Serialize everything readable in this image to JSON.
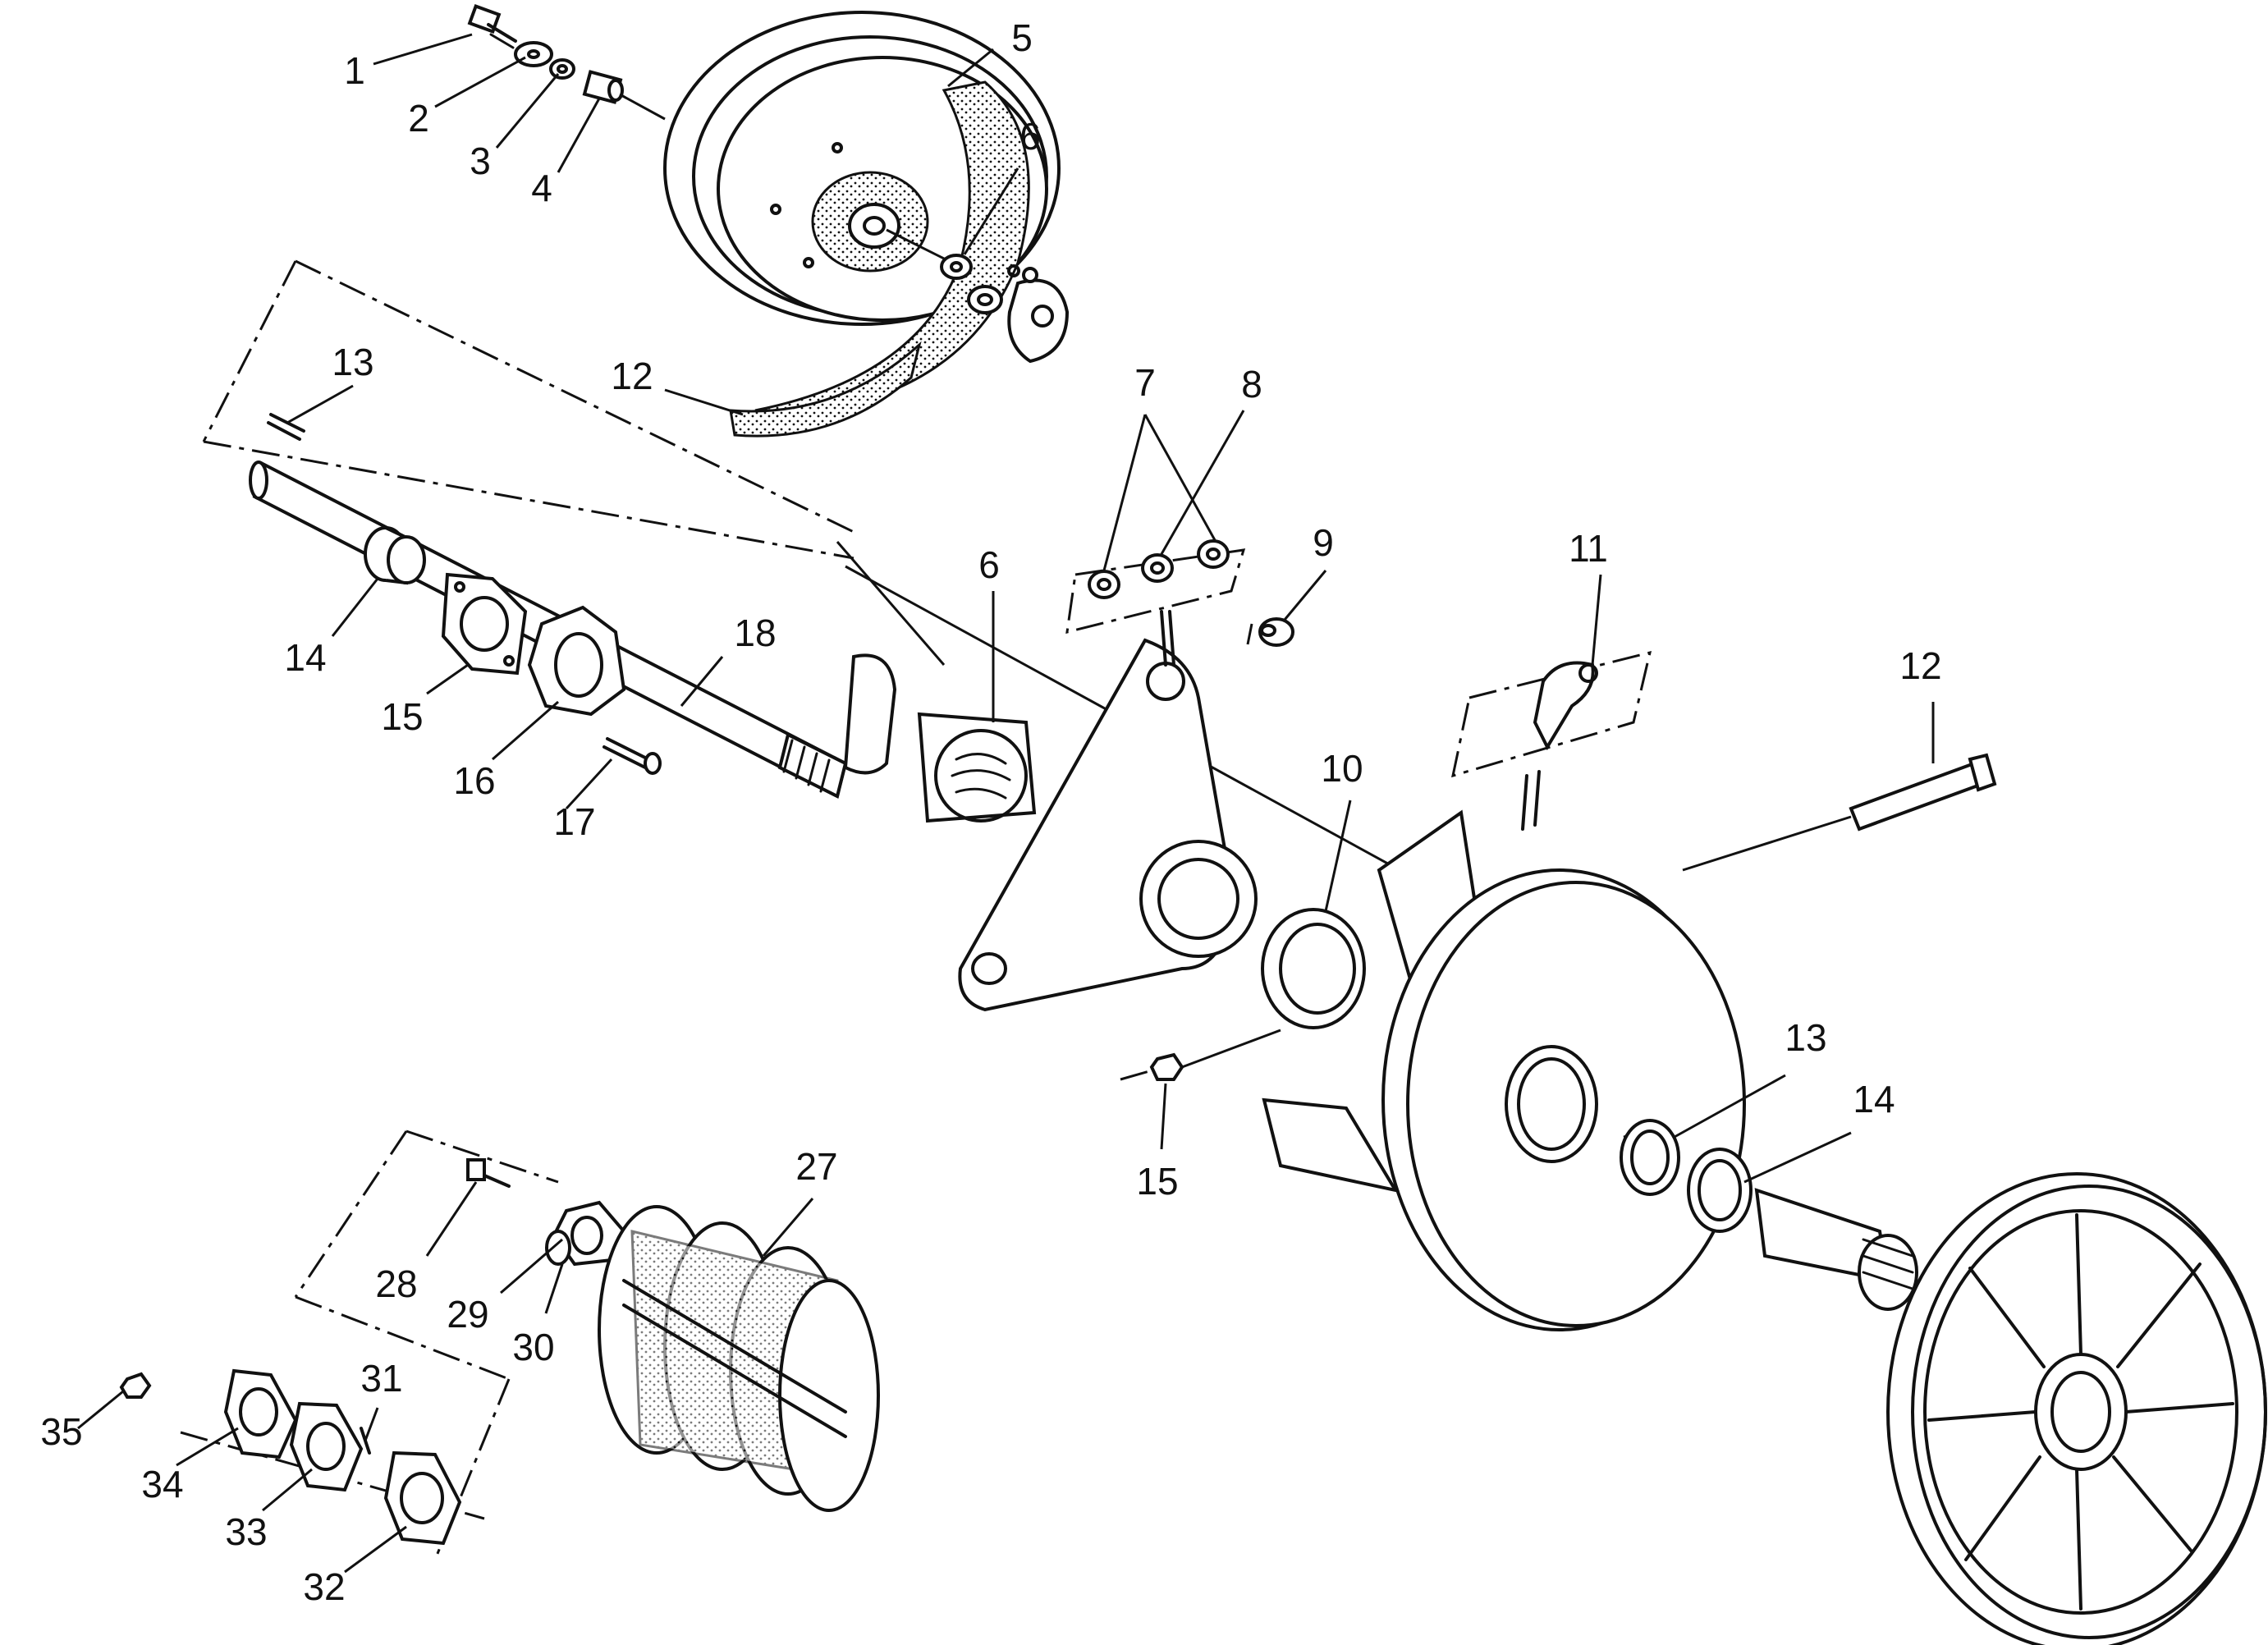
{
  "diagram": {
    "callouts": [
      {
        "id": "c1",
        "label": "1"
      },
      {
        "id": "c2",
        "label": "2"
      },
      {
        "id": "c3",
        "label": "3"
      },
      {
        "id": "c4",
        "label": "4"
      },
      {
        "id": "c5",
        "label": "5"
      },
      {
        "id": "c6a",
        "label": "6"
      },
      {
        "id": "c12a",
        "label": "12"
      },
      {
        "id": "c13a",
        "label": "13"
      },
      {
        "id": "c14a",
        "label": "14"
      },
      {
        "id": "c15a",
        "label": "15"
      },
      {
        "id": "c16",
        "label": "16"
      },
      {
        "id": "c17",
        "label": "17"
      },
      {
        "id": "c18",
        "label": "18"
      },
      {
        "id": "c7",
        "label": "7"
      },
      {
        "id": "c8",
        "label": "8"
      },
      {
        "id": "c9",
        "label": "9"
      },
      {
        "id": "c6b",
        "label": "6"
      },
      {
        "id": "c11",
        "label": "11"
      },
      {
        "id": "c12b",
        "label": "12"
      },
      {
        "id": "c10",
        "label": "10"
      },
      {
        "id": "c15b",
        "label": "15"
      },
      {
        "id": "c13b",
        "label": "13"
      },
      {
        "id": "c14b",
        "label": "14"
      },
      {
        "id": "c27",
        "label": "27"
      },
      {
        "id": "c28",
        "label": "28"
      },
      {
        "id": "c29",
        "label": "29"
      },
      {
        "id": "c30",
        "label": "30"
      },
      {
        "id": "c31",
        "label": "31"
      },
      {
        "id": "c35",
        "label": "35"
      },
      {
        "id": "c34",
        "label": "34"
      },
      {
        "id": "c33",
        "label": "33"
      },
      {
        "id": "c32",
        "label": "32"
      }
    ]
  }
}
